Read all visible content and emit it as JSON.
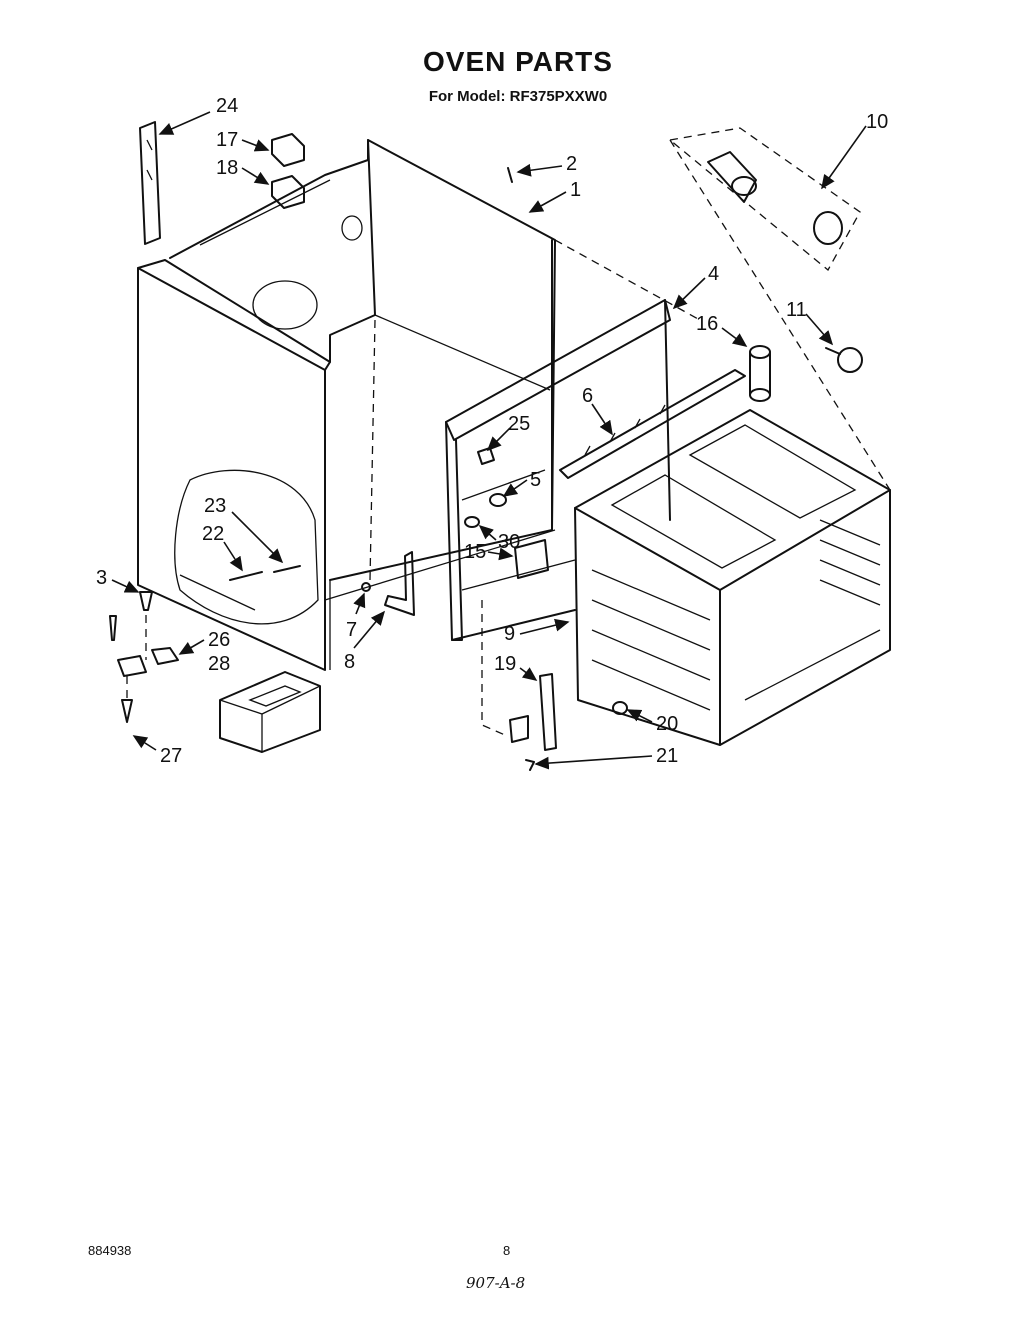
{
  "title": "OVEN PARTS",
  "subtitle": "For Model: RF375PXXW0",
  "footer": {
    "doc_number": "884938",
    "page_number": "8",
    "handwritten": "907-A-8"
  },
  "callouts": [
    "24",
    "17",
    "18",
    "2",
    "1",
    "10",
    "4",
    "16",
    "11",
    "6",
    "25",
    "5",
    "23",
    "22",
    "30",
    "15",
    "3",
    "7",
    "26",
    "8",
    "9",
    "28",
    "19",
    "20",
    "27",
    "21"
  ]
}
